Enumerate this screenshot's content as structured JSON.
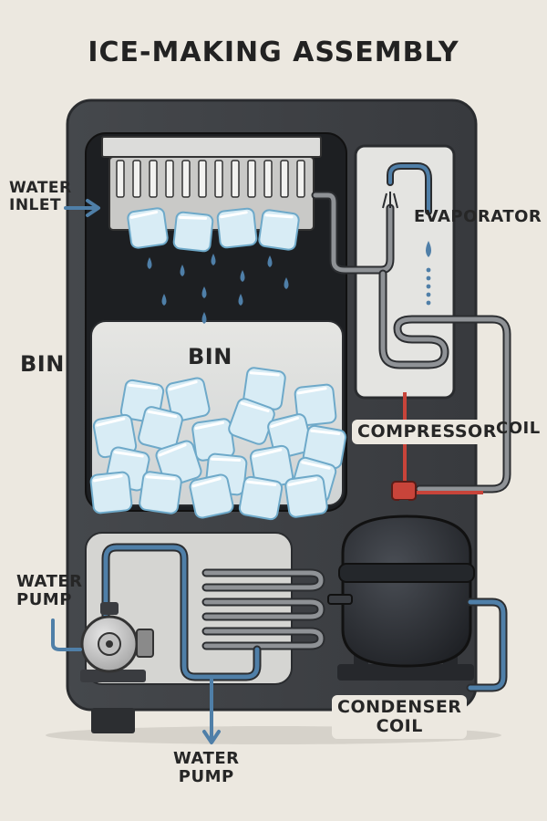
{
  "diagram": {
    "title": "ICE-MAKING ASSEMBLY",
    "labels": {
      "water_inlet": [
        "WATER",
        "INLET"
      ],
      "evaporator": "EVAPORATOR",
      "bin_outer": "BIN",
      "bin_inner": "BIN",
      "compressor": "COMPRESSOR",
      "coil": "COIL",
      "water_pump_left": [
        "WATER",
        "PUMP"
      ],
      "condenser_coil": [
        "CONDENSER",
        "COIL"
      ],
      "water_pump_bottom": [
        "WATER",
        "PUMP"
      ]
    },
    "colors": {
      "cabinet": "#3f4246",
      "cabinet_dark": "#2c2e31",
      "compartment": "#1d1f22",
      "panel": "#cfcfcd",
      "bin": "#dcdcd9",
      "ice": "#d8ecf5",
      "ice_edge": "#6ea9c9",
      "water_pipe": "#4f7fa8",
      "refrigerant_pipe": "#7a7d80",
      "hot_line": "#c8443a",
      "compressor": "#2b2e33",
      "arrow": "#4f7fa8"
    }
  }
}
